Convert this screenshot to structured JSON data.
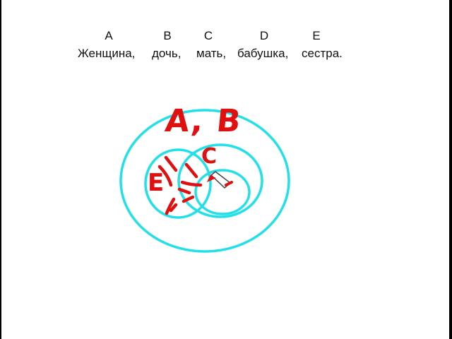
{
  "labels": [
    "A",
    "B",
    "C",
    "D",
    "E"
  ],
  "words": [
    "Женщина,",
    "дочь,",
    "мать,",
    "бабушка,",
    "сестра."
  ],
  "annotations": {
    "outer": "A, B",
    "left": "E",
    "right": "C"
  },
  "colors": {
    "circle": "#22e0ea",
    "ink": "#e01010",
    "text": "#111111"
  },
  "icons": {
    "cursor": "pencil-icon"
  }
}
